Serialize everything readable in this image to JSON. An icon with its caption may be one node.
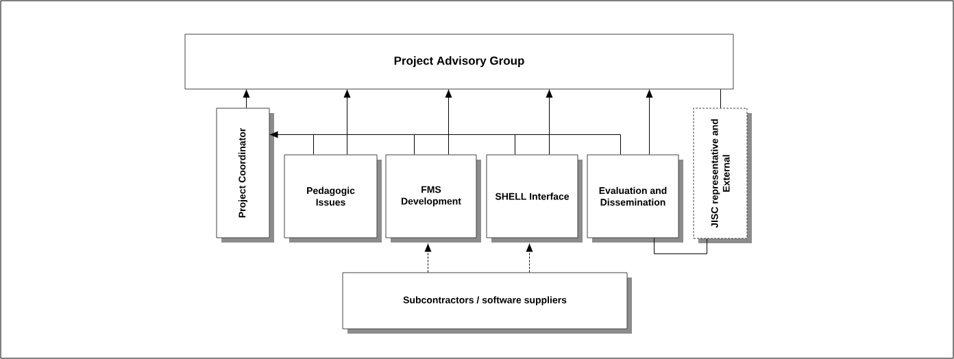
{
  "diagram": {
    "nodes": [
      {
        "text": [
          "Project Advisory Group"
        ]
      },
      {
        "text": [
          "Project Coordinator"
        ]
      },
      {
        "text": [
          "Pedagogic Issues"
        ]
      },
      {
        "text": [
          "FMS Development"
        ]
      },
      {
        "text": [
          "SHELL Interface"
        ]
      },
      {
        "text": [
          "Evaluation and Dissemination"
        ]
      },
      {
        "text": [
          "JISC representative and External"
        ]
      },
      {
        "text": [
          "Subcontractors / software suppliers"
        ]
      }
    ],
    "edges": [
      {
        "from": 1,
        "to": 0,
        "arrow": "to"
      },
      {
        "from": 2,
        "to": 0,
        "arrow": "to"
      },
      {
        "from": 3,
        "to": 0,
        "arrow": "to"
      },
      {
        "from": 4,
        "to": 0,
        "arrow": "to"
      },
      {
        "from": 5,
        "to": 0,
        "arrow": "to"
      },
      {
        "from": 6,
        "to": 0,
        "arrow": "none"
      },
      {
        "from": 2,
        "to": 1,
        "arrow": "to"
      },
      {
        "from": 3,
        "to": 1,
        "arrow": "to"
      },
      {
        "from": 4,
        "to": 1,
        "arrow": "to"
      },
      {
        "from": 5,
        "to": 1,
        "arrow": "to"
      },
      {
        "from": 5,
        "to": 6,
        "arrow": "none"
      },
      {
        "from": 7,
        "to": 3,
        "arrow": "to",
        "style": "dashed"
      },
      {
        "from": 7,
        "to": 4,
        "arrow": "to",
        "style": "dashed"
      }
    ]
  }
}
